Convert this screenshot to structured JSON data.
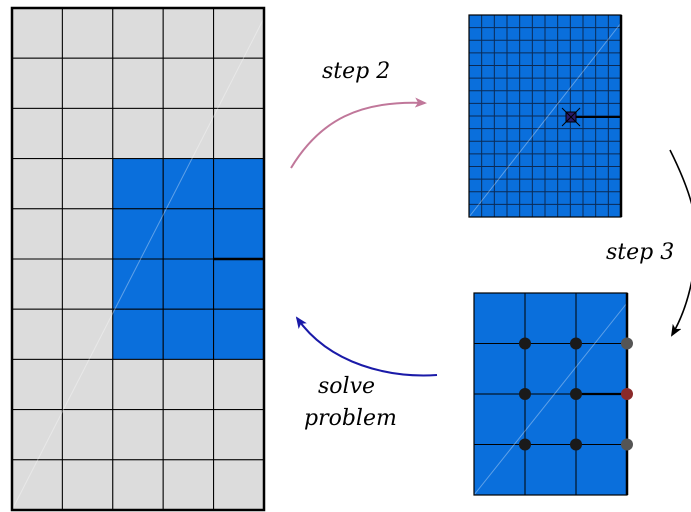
{
  "labels": {
    "step2": "step 2",
    "step3": "step 3",
    "solve_line1": "solve",
    "solve_line2": "problem"
  },
  "colors": {
    "background": "#ffffff",
    "grey_cell": "#dcdcdc",
    "blue_cell": "#0a6fdc",
    "grid_line": "#000000",
    "arrow_step2": "#c0779a",
    "arrow_solve": "#1a1aa8",
    "arrow_step3": "#000000",
    "node": "#1a1a1a",
    "node_grey": "#555555",
    "node_highlight": "#8b2a2a"
  },
  "panels": {
    "coarse_grid": {
      "columns": 5,
      "rows": 10,
      "blue_column_range": [
        2,
        4
      ],
      "blue_row_range": [
        3,
        6
      ]
    },
    "fine_grid": {
      "columns": 12,
      "rows": 16
    },
    "node_grid": {
      "columns": 3,
      "rows": 4
    }
  }
}
